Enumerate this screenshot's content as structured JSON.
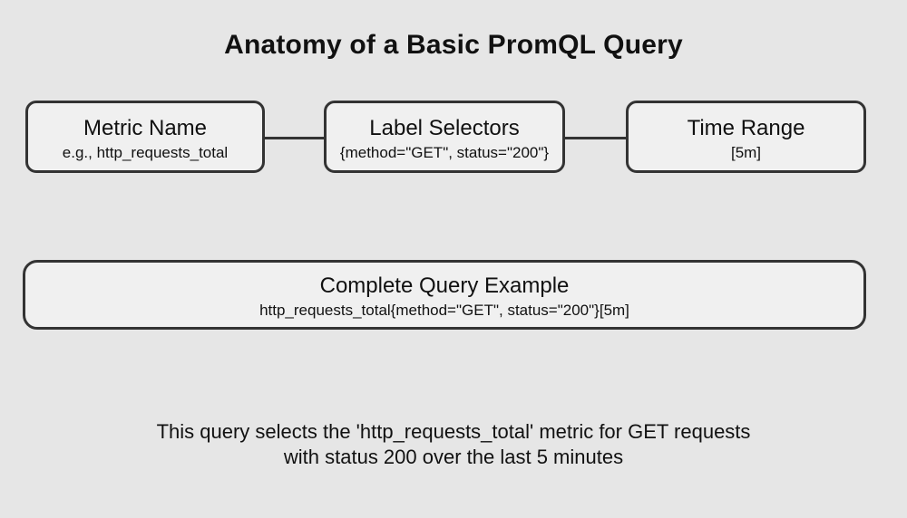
{
  "page": {
    "title": "Anatomy of a Basic PromQL Query"
  },
  "diagram": {
    "nodes": [
      {
        "label": "Metric Name",
        "detail": "e.g., http_requests_total"
      },
      {
        "label": "Label Selectors",
        "detail": "{method=\"GET\", status=\"200\"}"
      },
      {
        "label": "Time Range",
        "detail": "[5m]"
      }
    ],
    "complete_node": {
      "label": "Complete Query Example",
      "detail": "http_requests_total{method=\"GET\", status=\"200\"}[5m]"
    },
    "caption": {
      "line1": "This query selects the 'http_requests_total' metric for GET requests",
      "line2": "with status 200 over the last 5 minutes"
    },
    "colors": {
      "background": "#e6e6e6",
      "node_fill": "#f0f0f0",
      "node_border": "#333333",
      "connector": "#333333",
      "text": "#111111"
    }
  }
}
